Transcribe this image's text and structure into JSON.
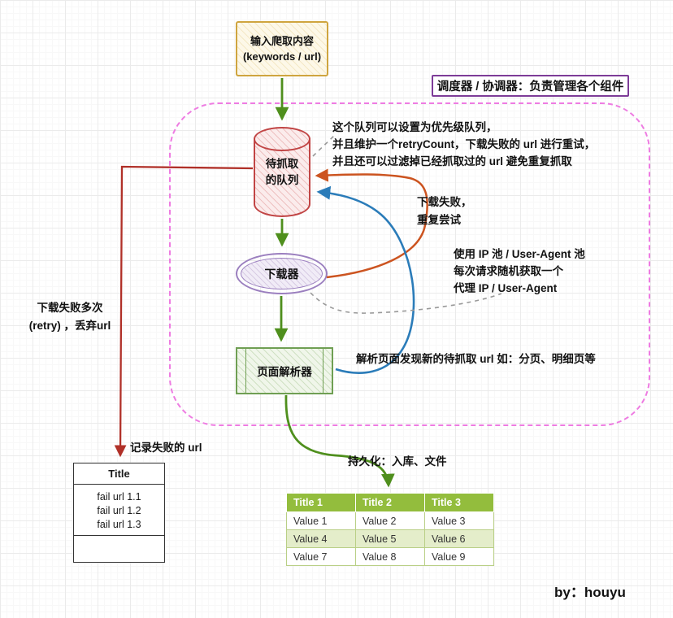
{
  "diagram": {
    "input_node": {
      "line1": "输入爬取内容",
      "line2": "(keywords / url)"
    },
    "scheduler_label": "调度器 / 协调器：负责管理各个组件",
    "queue_node": {
      "line1": "待抓取",
      "line2": "的队列"
    },
    "downloader_node": {
      "label": "下载器"
    },
    "parser_node": {
      "label": "页面解析器"
    },
    "notes": {
      "queue_note": {
        "line1": "这个队列可以设置为优先级队列，",
        "line2": "并且维护一个retryCount，下载失败的 url 进行重试，",
        "line3": "并且还可以过滤掉已经抓取过的 url 避免重复抓取"
      },
      "retry_note": {
        "line1": "下载失败，",
        "line2": "重复尝试"
      },
      "proxy_note": {
        "line1": "使用 IP 池 / User-Agent 池",
        "line2": "每次请求随机获取一个",
        "line3": "代理 IP / User-Agent"
      },
      "parser_note": "解析页面发现新的待抓取 url 如：分页、明细页等",
      "discard_note": {
        "line1": "下载失败多次",
        "line2": "(retry) ，丢弃url"
      },
      "record_fail_note": "记录失败的 url",
      "persist_note": "持久化：入库、文件"
    },
    "fail_table": {
      "header": "Title",
      "rows": [
        "fail url 1.1",
        "fail url 1.2",
        "fail url 1.3"
      ]
    },
    "result_table": {
      "headers": [
        "Title 1",
        "Title 2",
        "Title 3"
      ],
      "rows": [
        [
          "Value 1",
          "Value 2",
          "Value 3"
        ],
        [
          "Value 4",
          "Value 5",
          "Value 6"
        ],
        [
          "Value 7",
          "Value 8",
          "Value 9"
        ]
      ]
    },
    "credit": "by：houyu",
    "colors": {
      "container_border": "#ee7ce2",
      "scheduler_border": "#7d3c98",
      "input_border": "#cfa53f",
      "queue_border": "#c14545",
      "downloader_border": "#9b7fbf",
      "parser_border": "#6f9f53",
      "arrow_green": "#4f8f1d",
      "arrow_orange": "#cc5420",
      "arrow_blue": "#2b7cb9",
      "arrow_red": "#b03028",
      "result_table_header_bg": "#93bd3d",
      "result_table_alt_row_bg": "#e4edca"
    }
  }
}
